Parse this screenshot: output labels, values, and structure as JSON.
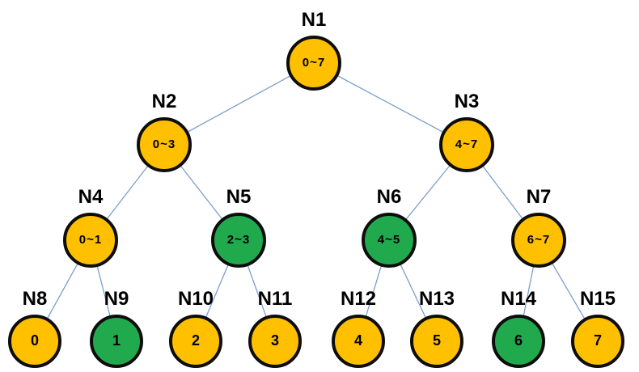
{
  "diagram": {
    "type": "binary-tree",
    "description": "Segment tree over index range 0~7 with 15 labeled nodes; some nodes highlighted green"
  },
  "palette": {
    "orange": "#FFC000",
    "green": "#21A94E",
    "line": "#7E9ECD",
    "node_border": "#0D0D0D",
    "text": "#000000",
    "background": "#FFFFFF"
  },
  "nodes": [
    {
      "name": "N1",
      "value": "0~7",
      "color": "orange"
    },
    {
      "name": "N2",
      "value": "0~3",
      "color": "orange"
    },
    {
      "name": "N3",
      "value": "4~7",
      "color": "orange"
    },
    {
      "name": "N4",
      "value": "0~1",
      "color": "orange"
    },
    {
      "name": "N5",
      "value": "2~3",
      "color": "green"
    },
    {
      "name": "N6",
      "value": "4~5",
      "color": "green"
    },
    {
      "name": "N7",
      "value": "6~7",
      "color": "orange"
    },
    {
      "name": "N8",
      "value": "0",
      "color": "orange"
    },
    {
      "name": "N9",
      "value": "1",
      "color": "green"
    },
    {
      "name": "N10",
      "value": "2",
      "color": "orange"
    },
    {
      "name": "N11",
      "value": "3",
      "color": "orange"
    },
    {
      "name": "N12",
      "value": "4",
      "color": "orange"
    },
    {
      "name": "N13",
      "value": "5",
      "color": "orange"
    },
    {
      "name": "N14",
      "value": "6",
      "color": "green"
    },
    {
      "name": "N15",
      "value": "7",
      "color": "orange"
    }
  ],
  "edges": [
    [
      "N1",
      "N2"
    ],
    [
      "N1",
      "N3"
    ],
    [
      "N2",
      "N4"
    ],
    [
      "N2",
      "N5"
    ],
    [
      "N3",
      "N6"
    ],
    [
      "N3",
      "N7"
    ],
    [
      "N4",
      "N8"
    ],
    [
      "N4",
      "N9"
    ],
    [
      "N5",
      "N10"
    ],
    [
      "N5",
      "N11"
    ],
    [
      "N6",
      "N12"
    ],
    [
      "N6",
      "N13"
    ],
    [
      "N7",
      "N14"
    ],
    [
      "N7",
      "N15"
    ]
  ]
}
